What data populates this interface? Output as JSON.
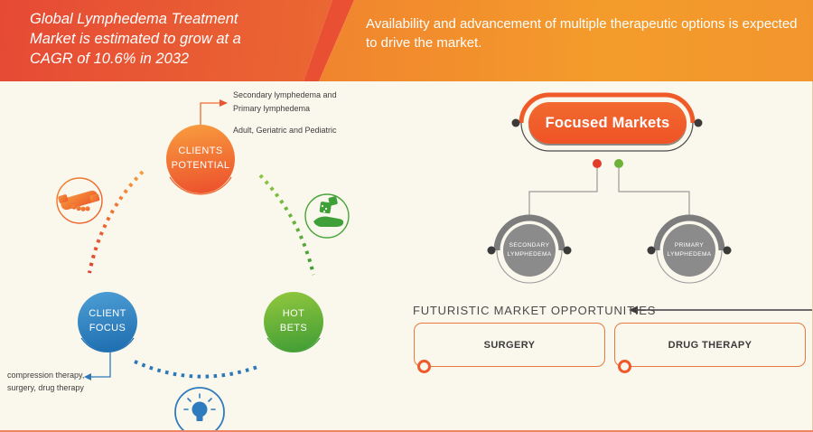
{
  "banner": {
    "title": "Global Lymphedema Treatment Market is estimated to grow at a CAGR of 10.6% in 2032",
    "subtitle": "Availability and advancement of multiple therapeutic options is expected to drive the market."
  },
  "cycle": {
    "clients_potential": {
      "lines": [
        "CLIENTS",
        "POTENTIAL"
      ]
    },
    "client_focus": {
      "lines": [
        "CLIENT",
        "FOCUS"
      ]
    },
    "hot_bets": {
      "lines": [
        "HOT",
        "BETS"
      ]
    },
    "notes": {
      "segments_line1": "Secondary lymphedema and",
      "segments_line2": "Primary lymphedema",
      "age_groups": "Adult, Geriatric and Pediatric",
      "focus_line1": "compression therapy,",
      "focus_line2": "surgery, drug therapy"
    },
    "icons": [
      "handshake-icon",
      "dice-hand-icon",
      "lightbulb-icon"
    ]
  },
  "focused_markets": {
    "label": "Focused Markets",
    "nodes": [
      {
        "lines": [
          "SECONDARY",
          "LYMPHEDEMA"
        ]
      },
      {
        "lines": [
          "PRIMARY",
          "LYMPHEDEMA"
        ]
      }
    ]
  },
  "opportunities": {
    "title": "FUTURISTIC MARKET OPPORTUNITIES",
    "items": [
      {
        "label": "SURGERY"
      },
      {
        "label": "DRUG THERAPY"
      }
    ]
  },
  "colors": {
    "banner_left_start": "#e64a35",
    "banner_left_end": "#f08a2e",
    "banner_right_start": "#ec6a31",
    "banner_right_end": "#f49c2b",
    "background": "#faf7ec",
    "orange": "#ee5a2d",
    "blue": "#1f6eb4",
    "green": "#4aa338",
    "gray_node": "#8b8b8b",
    "dot_red": "#e23b2c",
    "dot_green": "#6db33a",
    "bottom_border": "#ef8465"
  }
}
